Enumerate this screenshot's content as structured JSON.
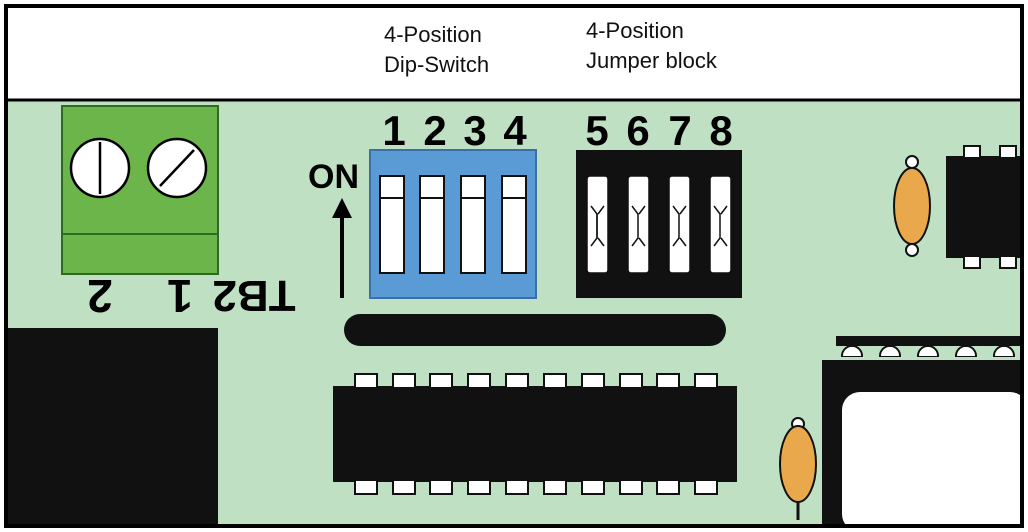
{
  "header": {
    "dip_title_line1": "4-Position",
    "dip_title_line2": "Dip-Switch",
    "jumper_title_line1": "4-Position",
    "jumper_title_line2": "Jumper block"
  },
  "dip_switch": {
    "numbers": [
      "1",
      "2",
      "3",
      "4"
    ],
    "on_label": "ON",
    "color": "#5b9bd5"
  },
  "jumper_block": {
    "numbers": [
      "5",
      "6",
      "7",
      "8"
    ],
    "color": "#111111"
  },
  "terminal_block": {
    "label": "TB2",
    "pin1": "1",
    "pin2": "2",
    "color": "#6cb54a"
  },
  "colors": {
    "board": "#bfe0c3",
    "capacitor": "#e9a84c",
    "chip": "#1a1a1a"
  }
}
